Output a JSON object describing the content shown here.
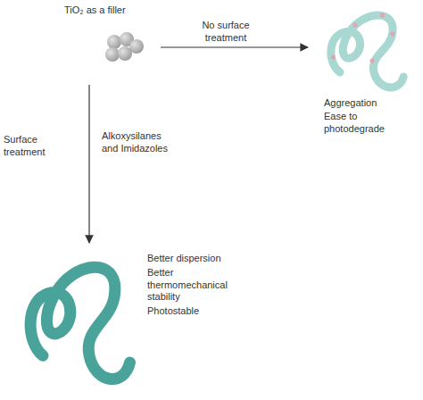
{
  "diagram": {
    "nodes": [
      {
        "text": [
          "TiO₂ as a filler"
        ]
      },
      {
        "text": [
          "Aggregation",
          "Ease to photodegrade"
        ]
      },
      {
        "text": [
          "Better dispersion",
          "Better thermomechanical stability",
          "Photostable"
        ]
      }
    ],
    "edges": [
      {
        "from": 0,
        "to": 1,
        "arrow": "to",
        "label": "No surface treatment"
      },
      {
        "from": 0,
        "to": 2,
        "arrow": "to",
        "label": "Surface treatment"
      }
    ],
    "labels": [
      "Alkoxysilanes and Imidazoles"
    ]
  }
}
